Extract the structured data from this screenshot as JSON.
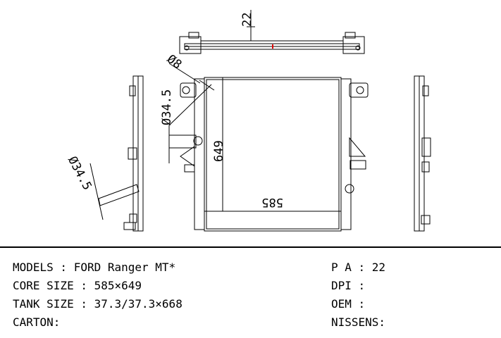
{
  "drawing": {
    "dimensions": {
      "top_offset": "22",
      "inlet_diameter": "Ø8",
      "pipe_diameter_upper": "Ø34.5",
      "pipe_diameter_left": "Ø34.5",
      "core_height": "649",
      "core_width": "585"
    },
    "colors": {
      "line": "#000000",
      "marker": "#e00000",
      "background": "#ffffff"
    }
  },
  "specs": {
    "models": "MODELS : FORD Ranger MT*",
    "core_size": "CORE SIZE : 585×649",
    "tank_size": "TANK SIZE : 37.3/37.3×668",
    "carton": "CARTON:",
    "pa": "P A : 22",
    "dpi": "DPI :",
    "oem": "OEM :",
    "nissens": "NISSENS:"
  }
}
